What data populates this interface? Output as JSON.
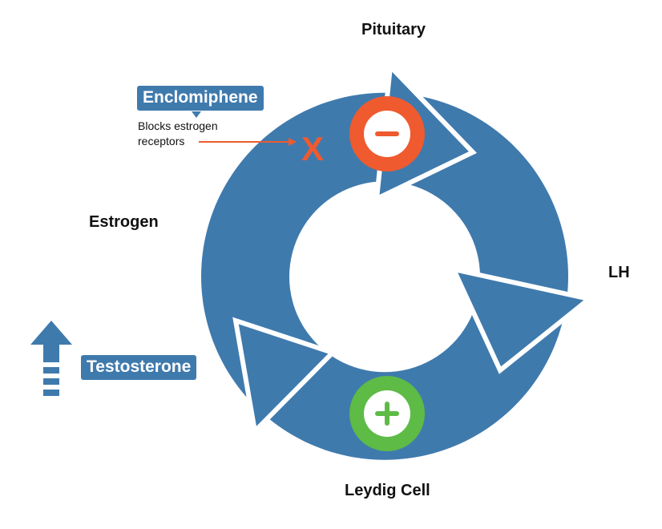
{
  "nodes": {
    "pituitary": "Pituitary",
    "lh": "LH",
    "leydig": "Leydig Cell",
    "estrogen": "Estrogen"
  },
  "drug": {
    "name": "Enclomiphene",
    "note_line1": "Blocks estrogen",
    "note_line2": "receptors",
    "block_mark": "X"
  },
  "hormone": {
    "name": "Testosterone"
  },
  "symbols": {
    "inhibit": "minus-icon",
    "stimulate": "plus-icon"
  },
  "colors": {
    "cycle_blue": "#3f7aad",
    "inhibit_orange": "#ef5a2f",
    "stimulate_green": "#5dbb46",
    "tag_blue": "#3f7aad"
  }
}
